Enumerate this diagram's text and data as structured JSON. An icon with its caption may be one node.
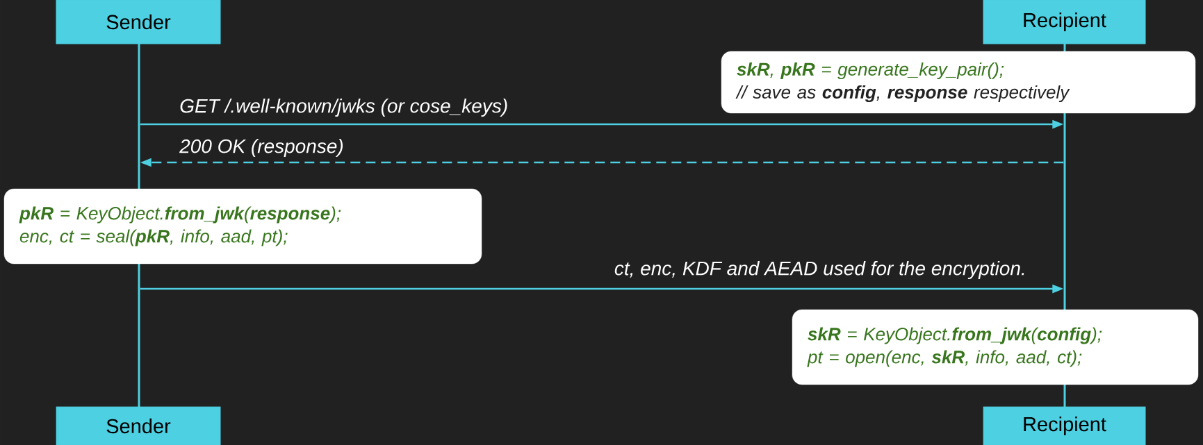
{
  "diagram": {
    "nodes": [
      {
        "text": [
          "Sender"
        ]
      },
      {
        "text": [
          "Recipient"
        ]
      },
      {
        "text": [],
        "shape": "bar"
      },
      {
        "text": [],
        "shape": "bar"
      },
      {
        "text": [
          "**skR**, **pkR** = generate_key_pair();",
          "// save as **config**, **response** respectively"
        ]
      },
      {
        "text": [
          "**pkR** = KeyObject.**from_jwk**(**response**);",
          "enc, ct = seal(**pkR**, info, aad, pt);"
        ]
      },
      {
        "text": [
          "**skR** = KeyObject.**from_jwk**(**config**);",
          "pt = open(enc, **skR**, info, aad, ct);"
        ]
      },
      {
        "text": [
          "Sender"
        ]
      },
      {
        "text": [
          "Recipient"
        ]
      }
    ],
    "edges": [
      {
        "from": 2,
        "to": 3,
        "arrow": "to",
        "label": "GET /.well-known/jwks (or cose_keys)"
      },
      {
        "from": 3,
        "to": 2,
        "arrow": "to",
        "label": "200 OK (response)",
        "style": "dashed"
      },
      {
        "from": 2,
        "to": 3,
        "arrow": "to",
        "label": "ct, enc, KDF and AEAD used for the encryption."
      }
    ]
  }
}
